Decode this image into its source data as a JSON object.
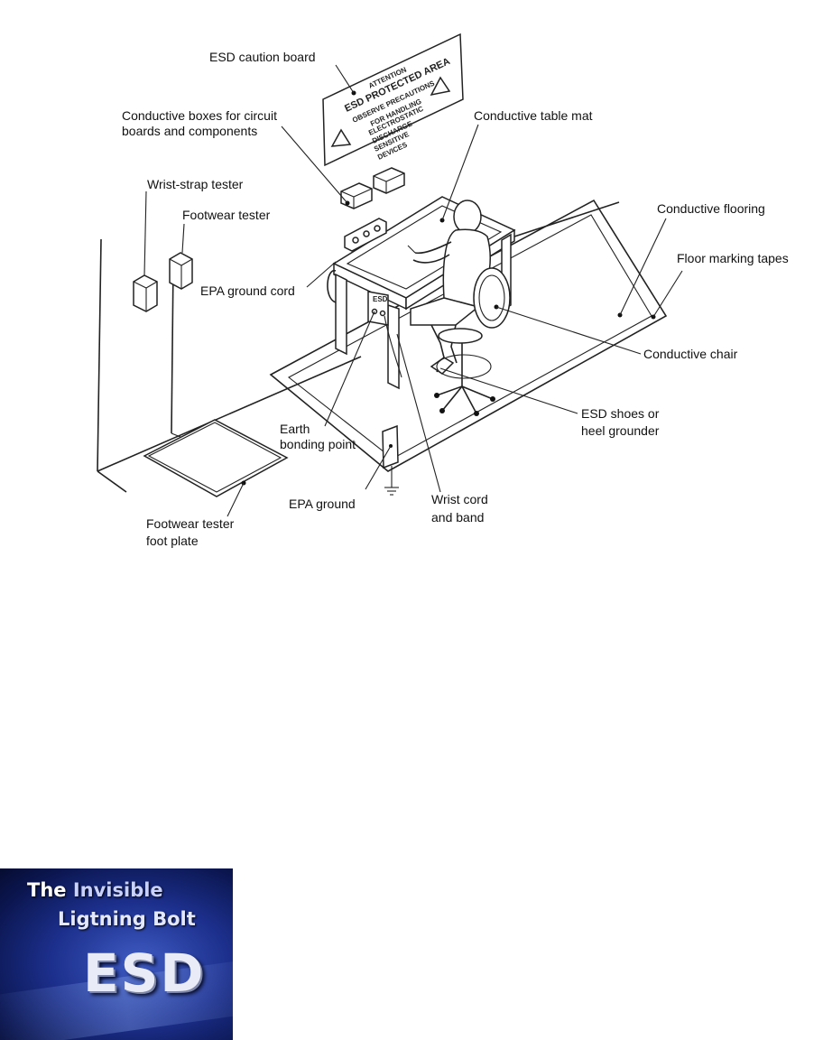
{
  "labels": {
    "esd_caution_board": "ESD caution board",
    "conductive_boxes_1": "Conductive boxes for circuit",
    "conductive_boxes_2": "boards and components",
    "conductive_table_mat": "Conductive table mat",
    "wrist_strap_tester": "Wrist-strap tester",
    "footwear_tester": "Footwear tester",
    "conductive_flooring": "Conductive flooring",
    "floor_marking_tapes": "Floor marking tapes",
    "epa_ground_cord": "EPA ground cord",
    "conductive_chair": "Conductive chair",
    "esd_shoes_1": "ESD shoes or",
    "esd_shoes_2": "heel grounder",
    "earth_bonding_1": "Earth",
    "earth_bonding_2": "bonding point",
    "epa_ground": "EPA ground",
    "wrist_cord_1": "Wrist cord",
    "wrist_cord_2": "and band",
    "foot_plate_1": "Footwear tester",
    "foot_plate_2": "foot plate"
  },
  "sign": {
    "line1": "ATTENTION",
    "line2": "ESD PROTECTED AREA",
    "line3": "OBSERVE PRECAUTIONS",
    "line4": "FOR HANDLING",
    "line5": "ELECTROSTATIC",
    "line6": "DISCHARGE",
    "line7": "SENSITIVE",
    "line8": "DEVICES",
    "grounding_box_label": "ESD"
  },
  "banner": {
    "title_the": "The",
    "title_invisible": "Invisible",
    "title_line2": "Ligtning Bolt",
    "title_esd": "ESD"
  }
}
